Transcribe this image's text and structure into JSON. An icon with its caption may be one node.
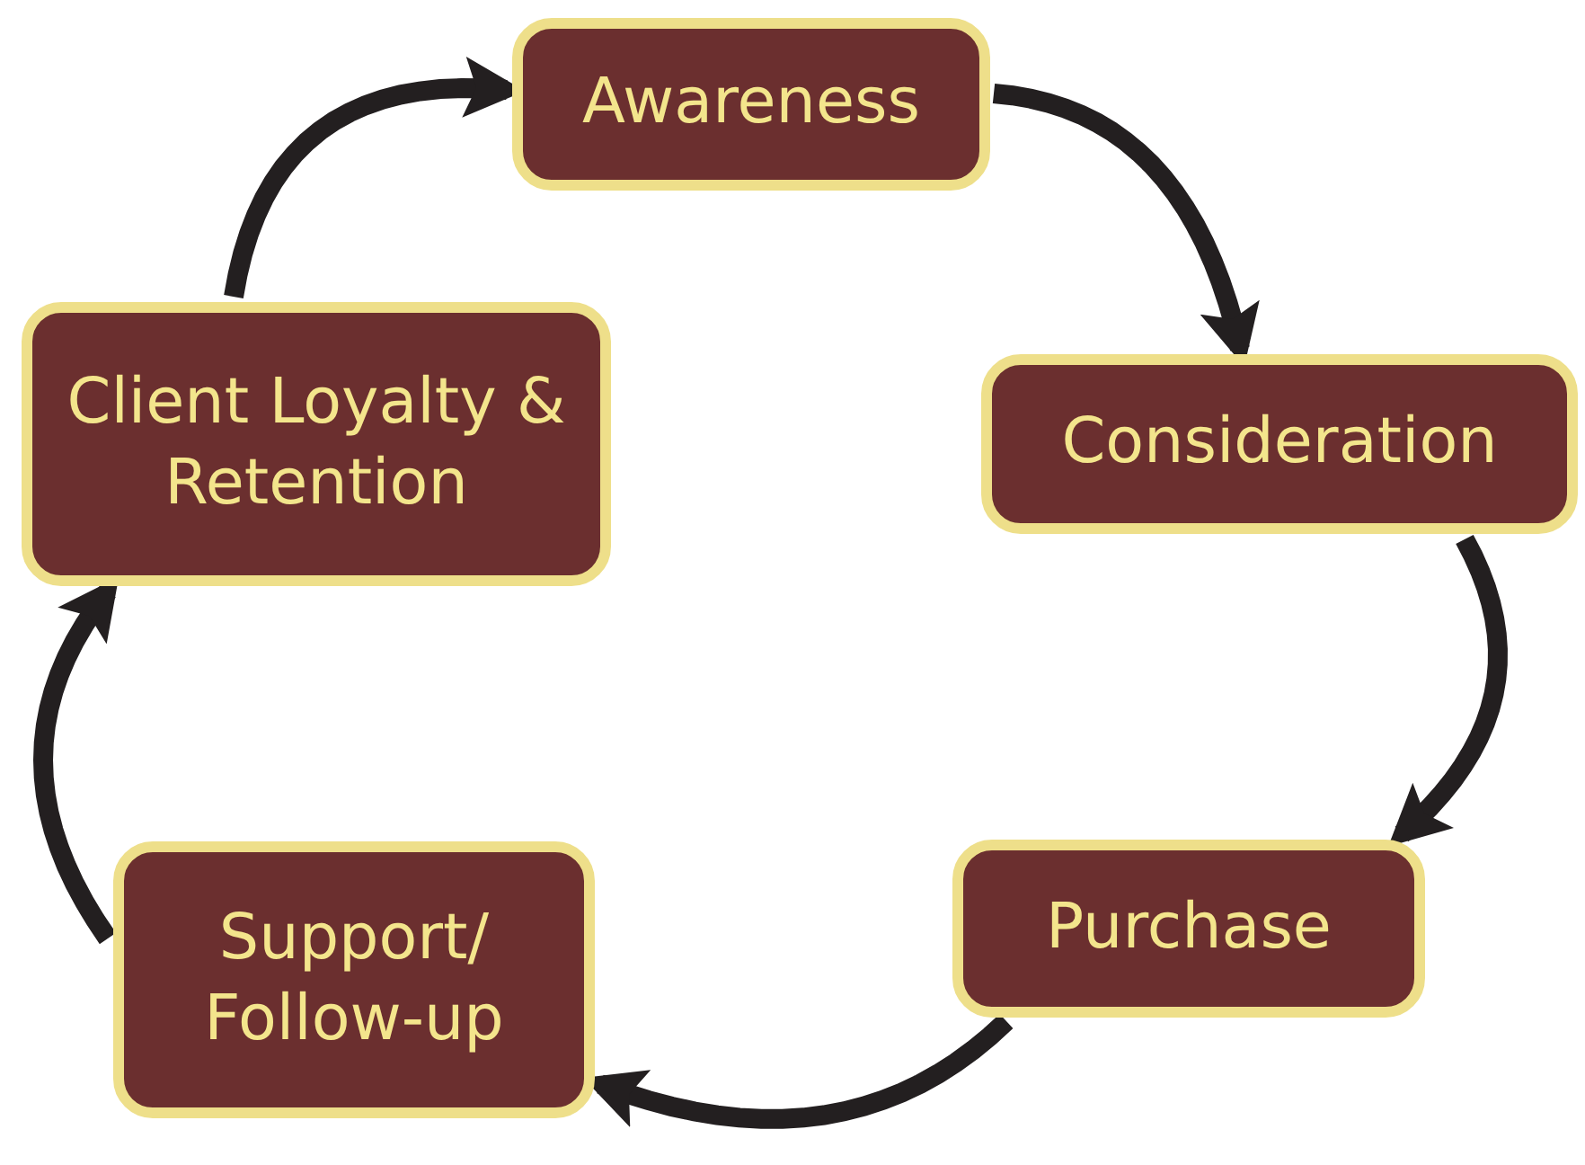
{
  "diagram": {
    "nodes": [
      {
        "text": [
          "Awareness"
        ]
      },
      {
        "text": [
          "Consideration"
        ]
      },
      {
        "text": [
          "Purchase"
        ]
      },
      {
        "text": [
          "Support/ Follow-up"
        ]
      },
      {
        "text": [
          "Client Loyalty & Retention"
        ]
      }
    ],
    "edges": [
      {
        "from": 0,
        "to": 1,
        "arrow": "to"
      },
      {
        "from": 1,
        "to": 2,
        "arrow": "to"
      },
      {
        "from": 2,
        "to": 3,
        "arrow": "to"
      },
      {
        "from": 3,
        "to": 4,
        "arrow": "to"
      },
      {
        "from": 4,
        "to": 0,
        "arrow": "to"
      }
    ]
  }
}
